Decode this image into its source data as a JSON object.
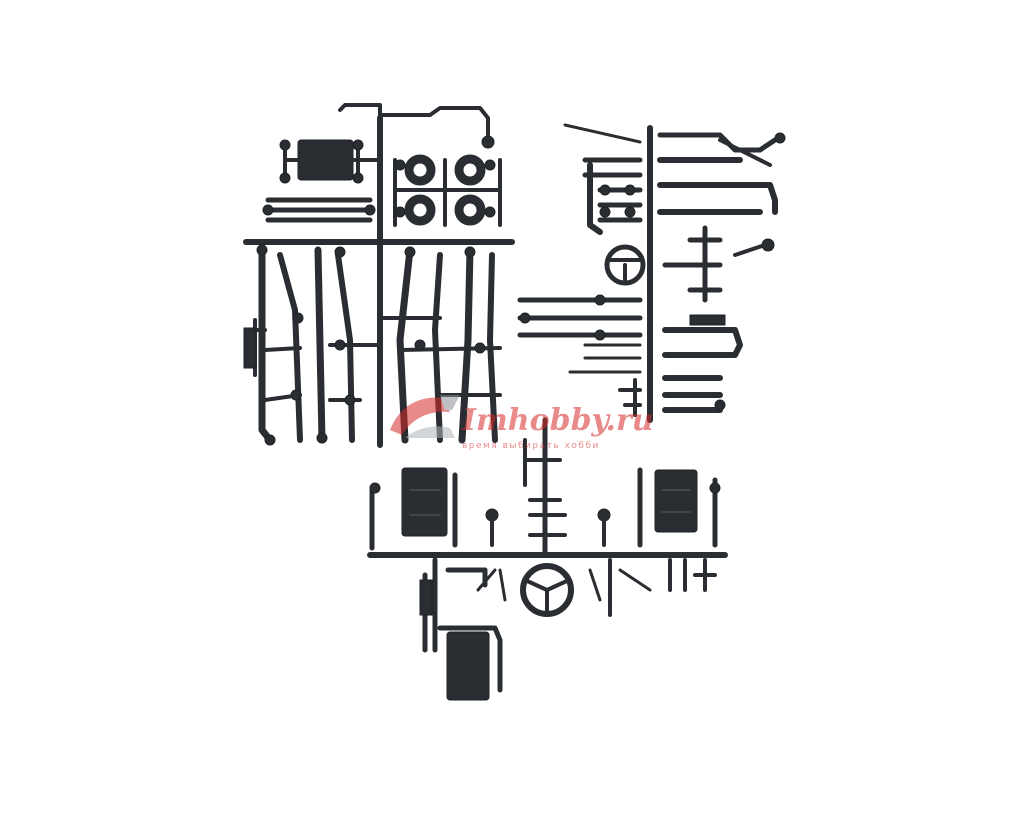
{
  "image": {
    "subject": "Plastic model kit sprue frames (dark grey parts)",
    "background_color": "#ffffff",
    "part_color": "#2a2d31"
  },
  "watermark": {
    "brand_text": "Imhobby.ru",
    "slogan_text": "время выбирать хобби",
    "color": "#d62b2b",
    "logo_icon": "stylized-car-logo-icon"
  }
}
